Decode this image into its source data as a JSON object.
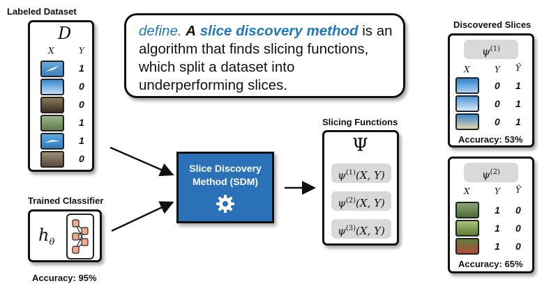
{
  "dataset": {
    "title": "Labeled Dataset",
    "symbol": "D",
    "col_x": "X",
    "col_y": "Y",
    "labels": [
      "1",
      "0",
      "0",
      "1",
      "1",
      "0"
    ]
  },
  "classifier": {
    "title": "Trained Classifier",
    "symbol": "h",
    "symbol_sub": "θ",
    "accuracy": "Accuracy: 95%"
  },
  "definition": {
    "define_word": "define.",
    "lead": "A",
    "term": "slice discovery method",
    "rest": "is an algorithm that finds slicing functions, which split a dataset into underperforming slices."
  },
  "sdm": {
    "line1": "Slice Discovery",
    "line2": "Method (SDM)"
  },
  "slicing_functions": {
    "title": "Slicing Functions",
    "symbol": "Ψ",
    "items": [
      {
        "psi": "ψ",
        "sup": "(1)",
        "args": "(X, Y)"
      },
      {
        "psi": "ψ",
        "sup": "(2)",
        "args": "(X, Y)"
      },
      {
        "psi": "ψ",
        "sup": "(3)",
        "args": "(X, Y)"
      }
    ]
  },
  "discovered": {
    "title": "Discovered Slices",
    "slices": [
      {
        "psi": "ψ",
        "sup": "(1)",
        "col_x": "X",
        "col_y": "Y",
        "col_yhat": "Ŷ",
        "y": [
          "0",
          "0",
          "0"
        ],
        "yhat": [
          "1",
          "1",
          "1"
        ],
        "accuracy": "Accuracy: 53%"
      },
      {
        "psi": "ψ",
        "sup": "(2)",
        "col_x": "X",
        "col_y": "Y",
        "col_yhat": "Ŷ",
        "y": [
          "1",
          "1",
          "1"
        ],
        "yhat": [
          "0",
          "0",
          "0"
        ],
        "accuracy": "Accuracy: 65%"
      }
    ]
  },
  "colors": {
    "sdm_fill": "#2a71b8",
    "accent_text": "#1e78b9",
    "pill_fill": "#d9d9d9"
  }
}
